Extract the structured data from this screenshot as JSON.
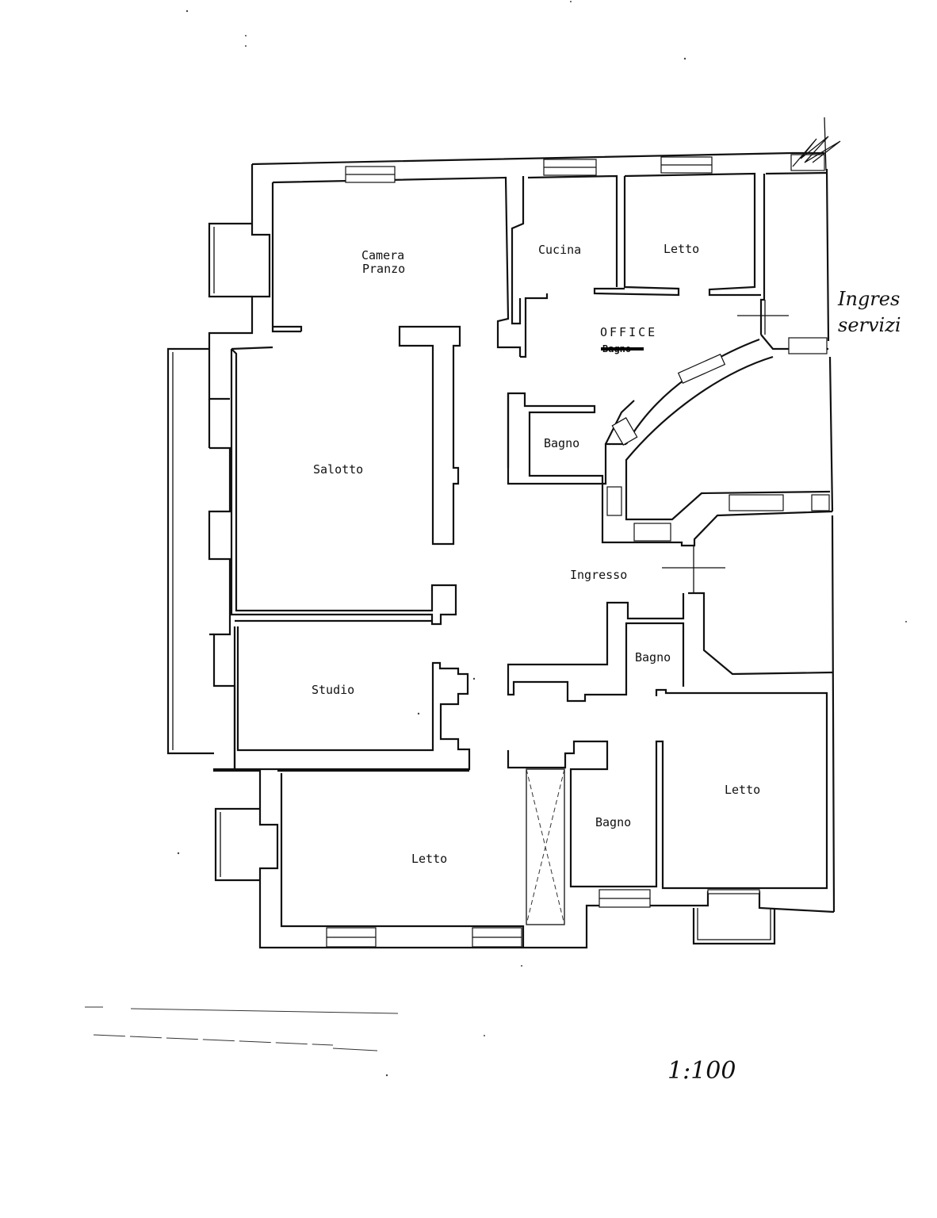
{
  "floor_plan": {
    "rooms": [
      {
        "id": "camera-pranzo",
        "label_line1": "Camera",
        "label_line2": "Pranzo"
      },
      {
        "id": "cucina",
        "label": "Cucina"
      },
      {
        "id": "letto-top",
        "label": "Letto"
      },
      {
        "id": "office",
        "label": "OFFICE",
        "struck_label": "Bagno"
      },
      {
        "id": "bagno-center",
        "label": "Bagno"
      },
      {
        "id": "salotto",
        "label": "Salotto"
      },
      {
        "id": "ingresso",
        "label": "Ingresso"
      },
      {
        "id": "bagno-right",
        "label": "Bagno"
      },
      {
        "id": "studio",
        "label": "Studio"
      },
      {
        "id": "letto-right",
        "label": "Letto"
      },
      {
        "id": "bagno-bottom",
        "label": "Bagno"
      },
      {
        "id": "letto-bottom",
        "label": "Letto"
      }
    ],
    "annotations": {
      "service_entrance_line1": "Ingres",
      "service_entrance_line2": "servizi",
      "scale": "1:100"
    }
  }
}
